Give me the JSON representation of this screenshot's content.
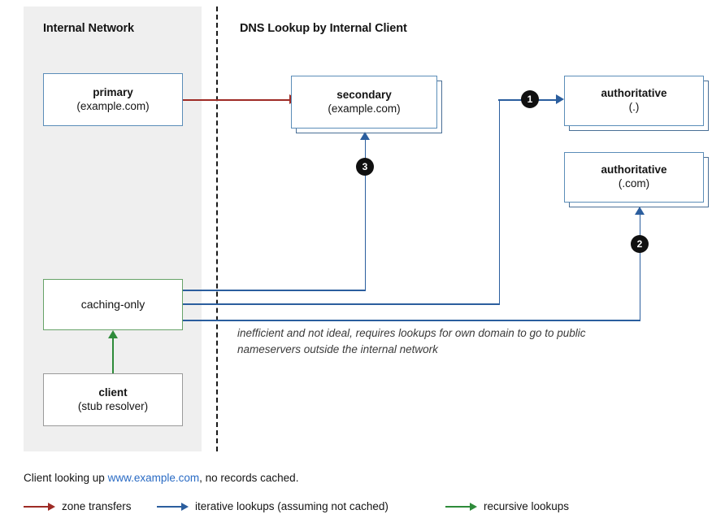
{
  "sections": {
    "internal": "Internal Network",
    "external": "DNS Lookup by Internal Client"
  },
  "nodes": {
    "primary": {
      "title": "primary",
      "sub": "(example.com)"
    },
    "secondary": {
      "title": "secondary",
      "sub": "(example.com)"
    },
    "auth_root": {
      "title": "authoritative",
      "sub": "(.)"
    },
    "auth_com": {
      "title": "authoritative",
      "sub": "(.com)"
    },
    "caching": {
      "title": "caching-only",
      "sub": ""
    },
    "client": {
      "title": "client",
      "sub": "(stub resolver)"
    }
  },
  "steps": {
    "one": "1",
    "two": "2",
    "three": "3"
  },
  "annotation": "inefficient and not ideal, requires lookups for own domain to go to public nameservers outside the internal network",
  "caption": {
    "before": "Client looking up ",
    "link": "www.example.com",
    "after": ", no records cached."
  },
  "legend": [
    {
      "label": "zone transfers",
      "color": "#9E2B25"
    },
    {
      "label": "iterative lookups (assuming not cached)",
      "color": "#2B5E9E"
    },
    {
      "label": "recursive lookups",
      "color": "#2E8B3A"
    }
  ],
  "colors": {
    "panel_bg": "#efefef",
    "box_blue": "#5B8DB8",
    "box_green": "#67A368",
    "box_gray": "#9a9a9a",
    "arrow_red": "#9E2B25",
    "arrow_blue": "#2B5E9E",
    "arrow_green": "#2E8B3A",
    "badge_bg": "#101010",
    "link": "#2A6BC4"
  }
}
